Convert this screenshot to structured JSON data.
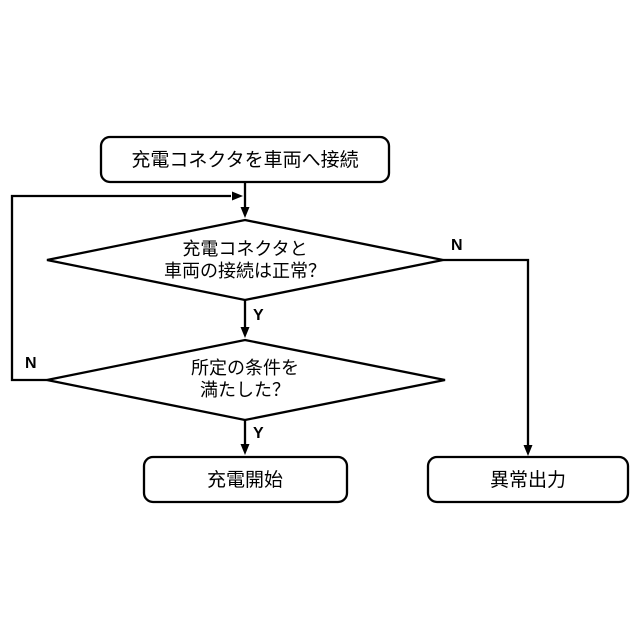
{
  "meta": {
    "background_color": "#ffffff",
    "line_color": "#000000",
    "node_fill_color": "#ffffff",
    "text_color": "#000000"
  },
  "flowchart": {
    "nodes": {
      "start": {
        "shape": "rounded-rectangle",
        "label": "充電コネクタを車両へ接続"
      },
      "decision_connection": {
        "shape": "diamond",
        "label_line1": "充電コネクタと",
        "label_line2": "車両の接続は正常？"
      },
      "decision_condition": {
        "shape": "diamond",
        "label_line1": "所定の条件を",
        "label_line2": "満たした？"
      },
      "charge_start": {
        "shape": "rounded-rectangle",
        "label": "充電開始"
      },
      "abnormal_output": {
        "shape": "rounded-rectangle",
        "label": "異常出力"
      }
    },
    "edge_labels": {
      "connection_yes": "Y",
      "connection_no": "N",
      "condition_yes": "Y",
      "condition_no": "N"
    }
  }
}
